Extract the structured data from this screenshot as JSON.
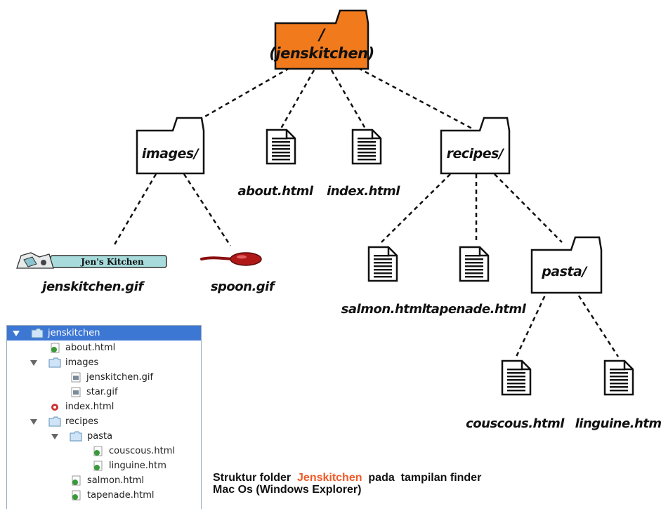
{
  "tree": {
    "root": {
      "line1": "/",
      "line2": "(jenskitchen)",
      "color": "#f07a1c"
    },
    "images": "images/",
    "about": "about.html",
    "index": "index.html",
    "recipes": "recipes/",
    "jenskitchen_gif": "jenskitchen.gif",
    "jenskitchen_logo_text": "Jen's Kitchen",
    "spoon_gif": "spoon.gif",
    "salmon": "salmon.html",
    "tapenade": "tapenade.html",
    "pasta": "pasta/",
    "couscous": "couscous.html",
    "linguine": "linguine.html"
  },
  "finder": {
    "selection_color": "#3c77d4",
    "items": [
      {
        "label": "jenskitchen",
        "type": "folder",
        "expanded": true,
        "selected": true
      },
      {
        "label": "about.html",
        "type": "html"
      },
      {
        "label": "images",
        "type": "folder",
        "expanded": true
      },
      {
        "label": "jenskitchen.gif",
        "type": "gif"
      },
      {
        "label": "star.gif",
        "type": "gif"
      },
      {
        "label": "index.html",
        "type": "html-alt"
      },
      {
        "label": "recipes",
        "type": "folder",
        "expanded": true
      },
      {
        "label": "pasta",
        "type": "folder",
        "expanded": true
      },
      {
        "label": "couscous.html",
        "type": "html"
      },
      {
        "label": "linguine.htm",
        "type": "html"
      },
      {
        "label": "salmon.html",
        "type": "html"
      },
      {
        "label": "tapenade.html",
        "type": "html"
      }
    ]
  },
  "caption": {
    "part1": "Struktur folder",
    "highlight": "Jenskitchen",
    "part2": "pada  tampilan finder",
    "line2": "Mac Os (Windows Explorer)",
    "highlight_color": "#f05a28"
  }
}
